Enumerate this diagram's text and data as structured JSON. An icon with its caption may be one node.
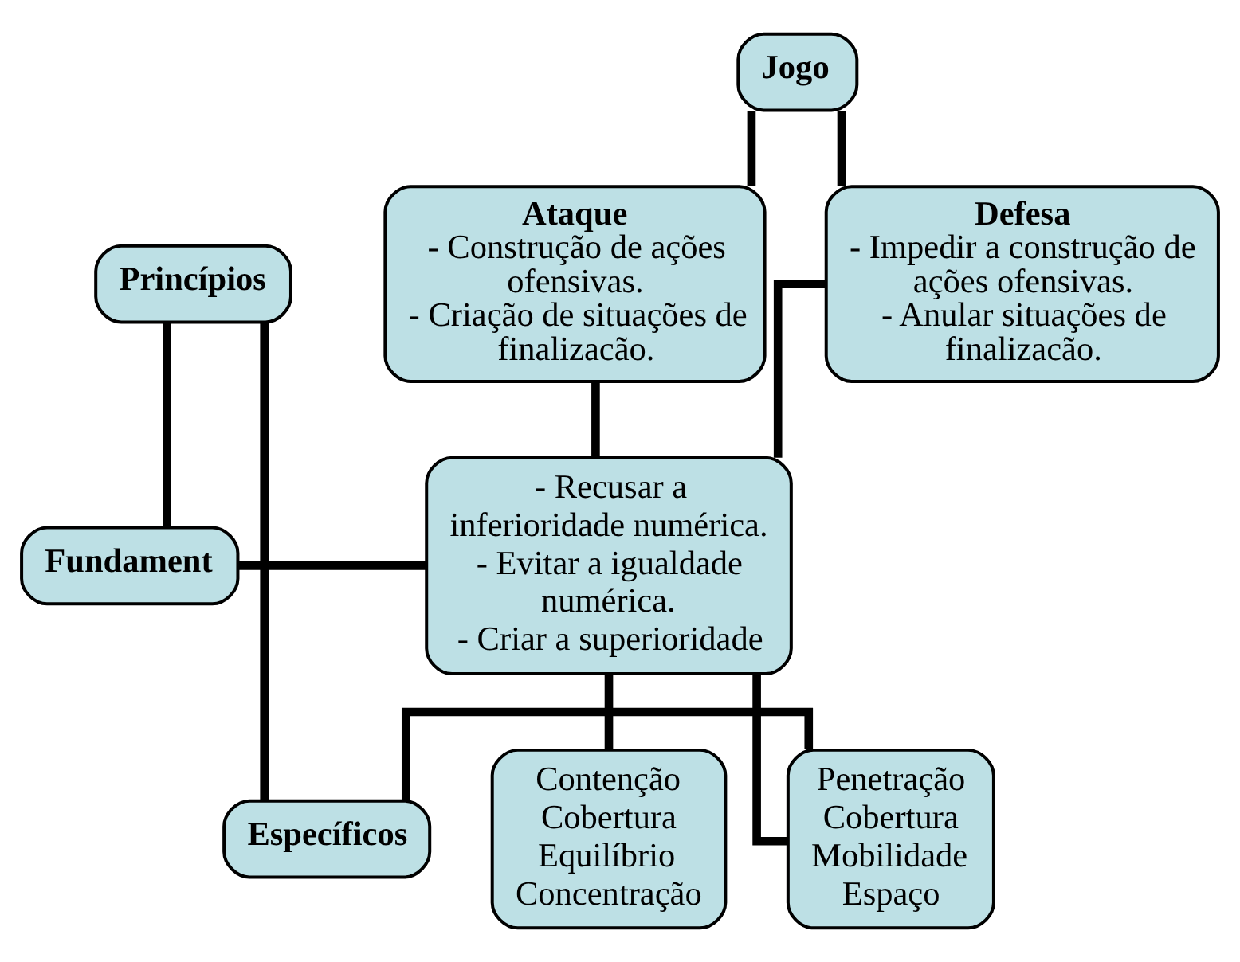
{
  "diagram": {
    "nodes": [
      {
        "text": [
          "Jogo"
        ]
      },
      {
        "text": [
          "Ataque",
          "- Construção de ações ofensivas.",
          "- Criação de situações de finalizacão."
        ]
      },
      {
        "text": [
          "Defesa",
          "- Impedir a construção de ações ofensivas.",
          "- Anular situações de finalizacão."
        ]
      },
      {
        "text": [
          "- Recusar a inferioridade numérica.",
          "- Evitar a igualdade numérica.",
          "- Criar a superioridade"
        ]
      },
      {
        "text": [
          "Princípios"
        ]
      },
      {
        "text": [
          "Fundament"
        ]
      },
      {
        "text": [
          "Específicos"
        ]
      },
      {
        "text": [
          "Penetração",
          "Cobertura",
          "Mobilidade",
          "Espaço"
        ]
      },
      {
        "text": [
          "Contenção",
          "Cobertura",
          "Equilíbrio",
          "Concentração"
        ]
      }
    ],
    "edges": [
      {
        "from": 0,
        "to": 1,
        "arrow": "none"
      },
      {
        "from": 0,
        "to": 2,
        "arrow": "none"
      },
      {
        "from": 1,
        "to": 3,
        "arrow": "none"
      },
      {
        "from": 2,
        "to": 3,
        "arrow": "none"
      },
      {
        "from": 5,
        "to": 3,
        "arrow": "none"
      },
      {
        "from": 4,
        "to": 5,
        "arrow": "none"
      },
      {
        "from": 4,
        "to": 6,
        "arrow": "none"
      },
      {
        "from": 6,
        "to": 7,
        "arrow": "none"
      },
      {
        "from": 3,
        "to": 7,
        "arrow": "none"
      },
      {
        "from": 3,
        "to": 8,
        "arrow": "none"
      }
    ]
  }
}
